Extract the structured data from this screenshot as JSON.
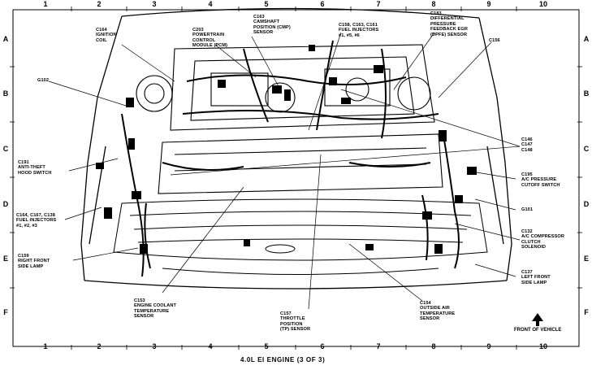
{
  "grid": {
    "columns": [
      "1",
      "2",
      "3",
      "4",
      "5",
      "6",
      "7",
      "8",
      "9",
      "10"
    ],
    "rows": [
      "A",
      "B",
      "C",
      "D",
      "E",
      "F"
    ]
  },
  "labels": {
    "c164": [
      "C164",
      "IGNITION",
      "COIL"
    ],
    "g102": [
      "G102"
    ],
    "c191": [
      "C191",
      "ANTI-THEFT",
      "HOOD SWITCH"
    ],
    "c164b": [
      "C164, C167, C138",
      "FUEL INJECTORS",
      "#1, #2, #3"
    ],
    "c159": [
      "C159",
      "RIGHT FRONT",
      "SIDE LAMP"
    ],
    "c153": [
      "C153",
      "ENGINE COOLANT",
      "TEMPERATURE",
      "SENSOR"
    ],
    "c203": [
      "C203",
      "POWERTRAIN",
      "CONTROL",
      "MODULE (PCM)"
    ],
    "c163": [
      "C163",
      "CAMSHAFT",
      "POSITION (CMP)",
      "SENSOR"
    ],
    "c158": [
      "C158, C163, C161",
      "FUEL INJECTORS",
      "#1, #5, #6"
    ],
    "c183": [
      "C183",
      "DIFFERENTIAL",
      "PRESSURE",
      "FEEDBACK EGR",
      "(DPFE) SENSOR"
    ],
    "c156": [
      "C156"
    ],
    "c146": [
      "C146",
      "C147",
      "C148"
    ],
    "c195": [
      "C195",
      "A/C PRESSURE",
      "CUTOFF SWITCH"
    ],
    "g101": [
      "G101"
    ],
    "c132": [
      "C132",
      "A/C COMPRESSOR",
      "CLUTCH",
      "SOLENOID"
    ],
    "c137": [
      "C137",
      "LEFT FRONT",
      "SIDE LAMP"
    ],
    "c154": [
      "C154",
      "OUTSIDE AIR",
      "TEMPERATURE",
      "SENSOR"
    ],
    "c157": [
      "C157",
      "THROTTLE",
      "POSITION",
      "(TP) SENSOR"
    ]
  },
  "front_label": "FRONT OF VEHICLE",
  "caption": "4.0L EI ENGINE (3 OF 3)"
}
